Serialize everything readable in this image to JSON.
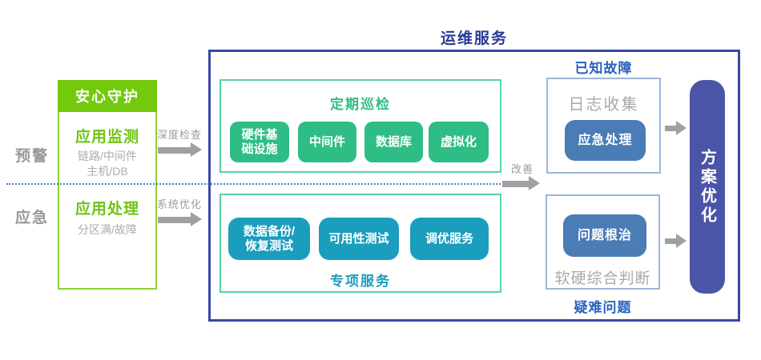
{
  "colors": {
    "bright_green": "#74C90F",
    "emerald": "#2EBD85",
    "teal": "#1B9DBD",
    "navy": "#2B3A96",
    "steel_blue": "#4A7CB5",
    "indigo_pill": "#4A55A8",
    "title_blue": "#2A62BE",
    "gray_text": "#9B9B9B",
    "arrow_gray": "#9FA0A2",
    "dotted_line_blue": "#4F7CCD"
  },
  "left_labels": {
    "warning": "预警",
    "emergency": "应急"
  },
  "guard": {
    "header": "安心守护",
    "monitor_title": "应用监测",
    "monitor_sub": "链路/中间件\n主机/DB",
    "handle_title": "应用处理",
    "handle_sub": "分区满/故障"
  },
  "flow_labels": {
    "deep_check": "深度检查",
    "system_optimize": "系统优化",
    "improve": "改善"
  },
  "ops": {
    "title": "运维服务",
    "inspection": {
      "title": "定期巡检",
      "items": [
        "硬件基\n础设施",
        "中间件",
        "数据库",
        "虚拟化"
      ]
    },
    "special": {
      "title": "专项服务",
      "items": [
        "数据备份/\n恢复测试",
        "可用性测试",
        "调优服务"
      ]
    }
  },
  "known_faults": {
    "title": "已知故障",
    "label": "日志收集",
    "chip": "应急处理"
  },
  "hard_problems": {
    "title": "疑难问题",
    "chip": "问题根治",
    "label": "软硬综合判断"
  },
  "outcome": {
    "label": "方案优化"
  }
}
